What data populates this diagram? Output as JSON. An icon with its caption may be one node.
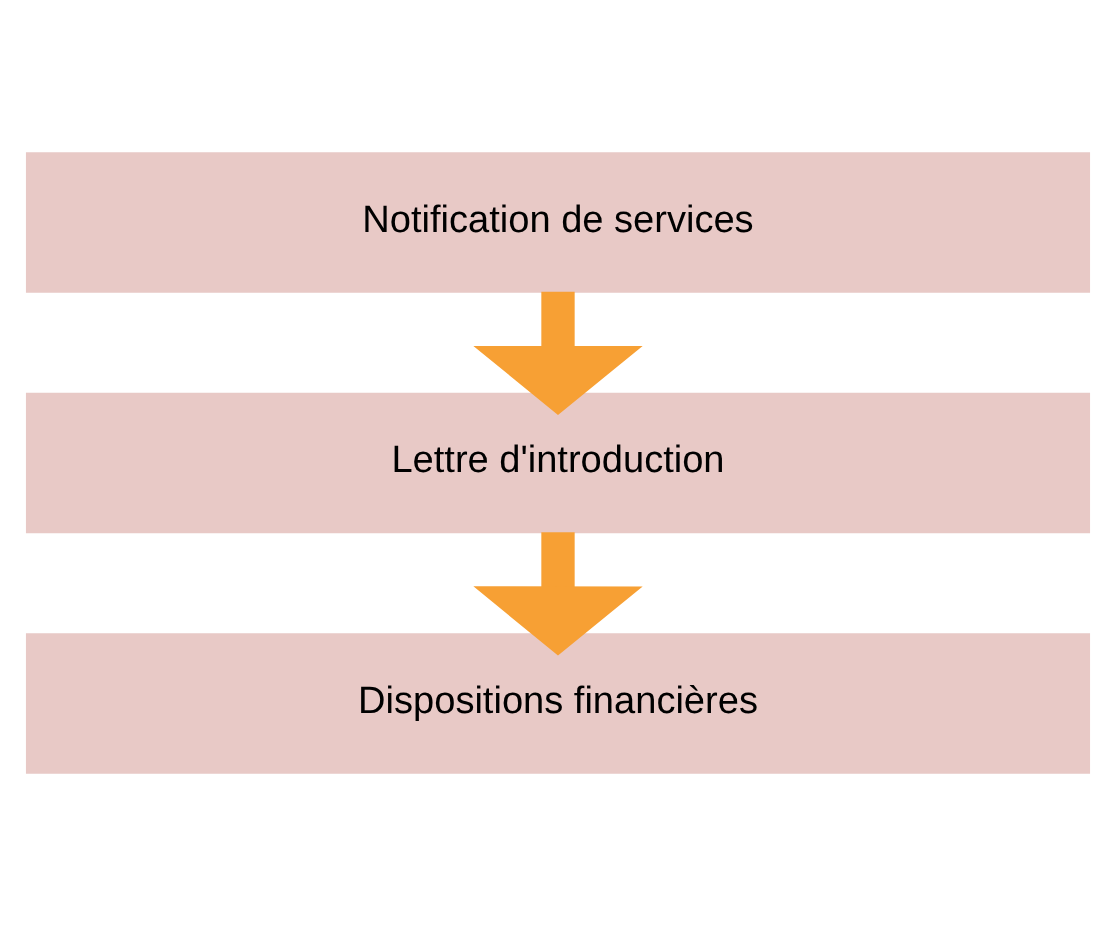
{
  "diagram": {
    "nodes": [
      {
        "text": [
          "Notification de services"
        ]
      },
      {
        "text": [
          "Lettre d'introduction"
        ]
      },
      {
        "text": [
          "Dispositions financières"
        ]
      }
    ],
    "edges": [
      {
        "from": 0,
        "to": 1,
        "arrow": "to",
        "color": "#f7a034"
      },
      {
        "from": 1,
        "to": 2,
        "arrow": "to",
        "color": "#f7a034"
      }
    ]
  }
}
